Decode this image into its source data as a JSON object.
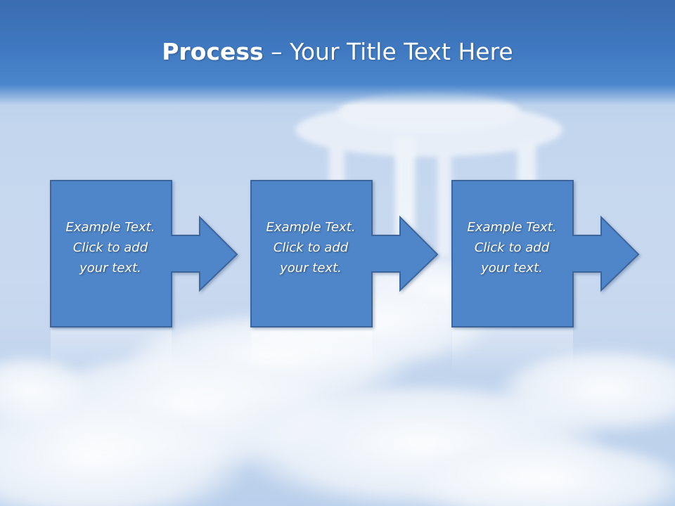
{
  "slide": {
    "title_bold": "Process",
    "title_rest": " – Your Title Text Here"
  },
  "process": {
    "steps": [
      {
        "text": "Example Text.\nClick  to add\nyour text."
      },
      {
        "text": "Example Text.\nClick  to add\nyour text."
      },
      {
        "text": "Example Text.\nClick  to add\nyour text."
      }
    ]
  },
  "colors": {
    "box_fill": "#5086c9",
    "box_stroke": "#3a659b",
    "title_band": "#3f78c0"
  }
}
